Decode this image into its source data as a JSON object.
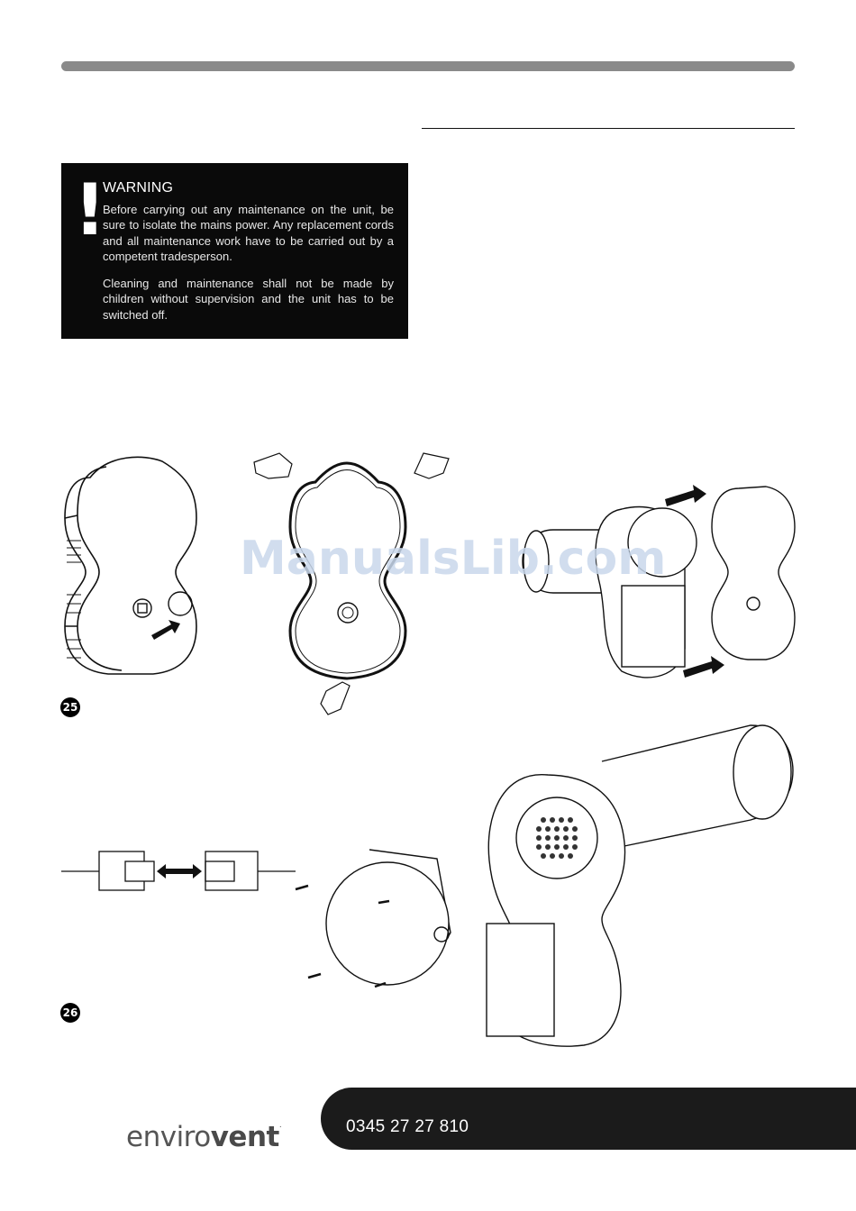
{
  "warning": {
    "mark": "!",
    "title": "WARNING",
    "paragraph1": "Before carrying out any maintenance on the unit, be sure to isolate the mains power. Any replacement cords and all maintenance work have to be carried out by a competent tradesperson.",
    "paragraph2": "Cleaning and maintenance shall not be made by children without supervision and the unit has to be switched off."
  },
  "figures": {
    "fig25": "25",
    "fig26": "26"
  },
  "watermark": "ManualsLib.com",
  "footer": {
    "phone": "0345 27 27 810",
    "logo_light": "enviro",
    "logo_bold": "vent",
    "logo_mark": "."
  }
}
